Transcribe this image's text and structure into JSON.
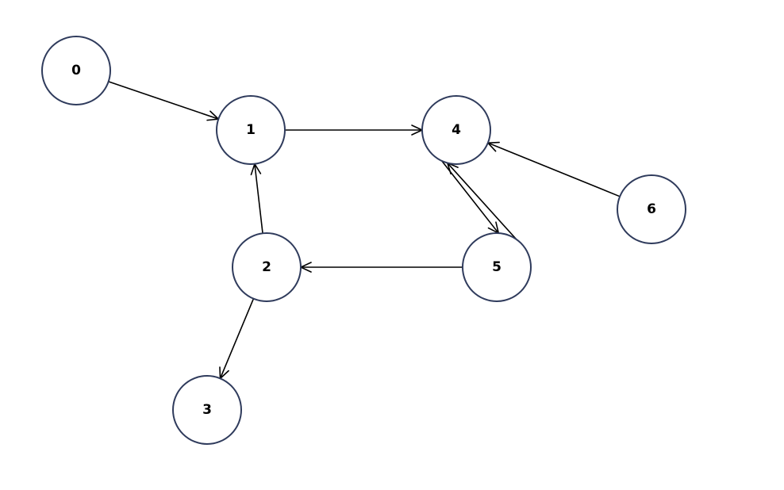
{
  "diagram": {
    "node_stroke_color": "#2f3b5c",
    "edge_color": "#000000",
    "background_color": "#ffffff",
    "nodes": [
      {
        "id": "0",
        "label": "0"
      },
      {
        "id": "1",
        "label": "1"
      },
      {
        "id": "2",
        "label": "2"
      },
      {
        "id": "3",
        "label": "3"
      },
      {
        "id": "4",
        "label": "4"
      },
      {
        "id": "5",
        "label": "5"
      },
      {
        "id": "6",
        "label": "6"
      }
    ],
    "edges": [
      {
        "from": "0",
        "to": "1"
      },
      {
        "from": "1",
        "to": "4"
      },
      {
        "from": "2",
        "to": "1"
      },
      {
        "from": "2",
        "to": "3"
      },
      {
        "from": "4",
        "to": "5"
      },
      {
        "from": "5",
        "to": "4"
      },
      {
        "from": "5",
        "to": "2"
      },
      {
        "from": "6",
        "to": "4"
      }
    ]
  }
}
